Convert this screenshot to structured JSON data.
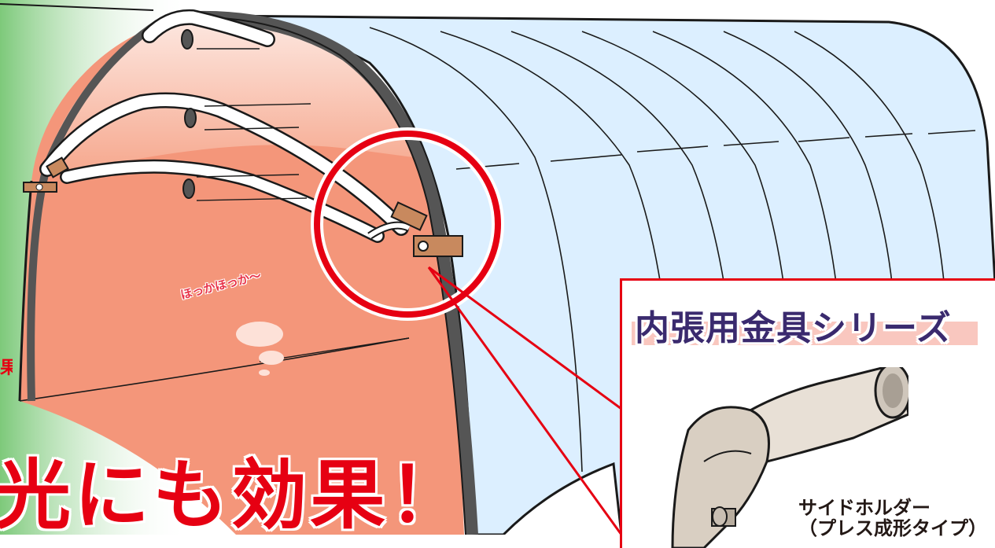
{
  "bubble_text": "ほっかほっか〜",
  "headline": "光にも効果！",
  "side_mark": "果",
  "panel": {
    "title": "内張用金具シリーズ",
    "caption_line1": "サイドホルダー",
    "caption_line2": "（プレス成形タイプ）"
  },
  "colors": {
    "accent_red": "#e60012",
    "inner_film": "#f4967a",
    "outer_film": "#dcefff",
    "title_navy": "#3a2a6e"
  }
}
